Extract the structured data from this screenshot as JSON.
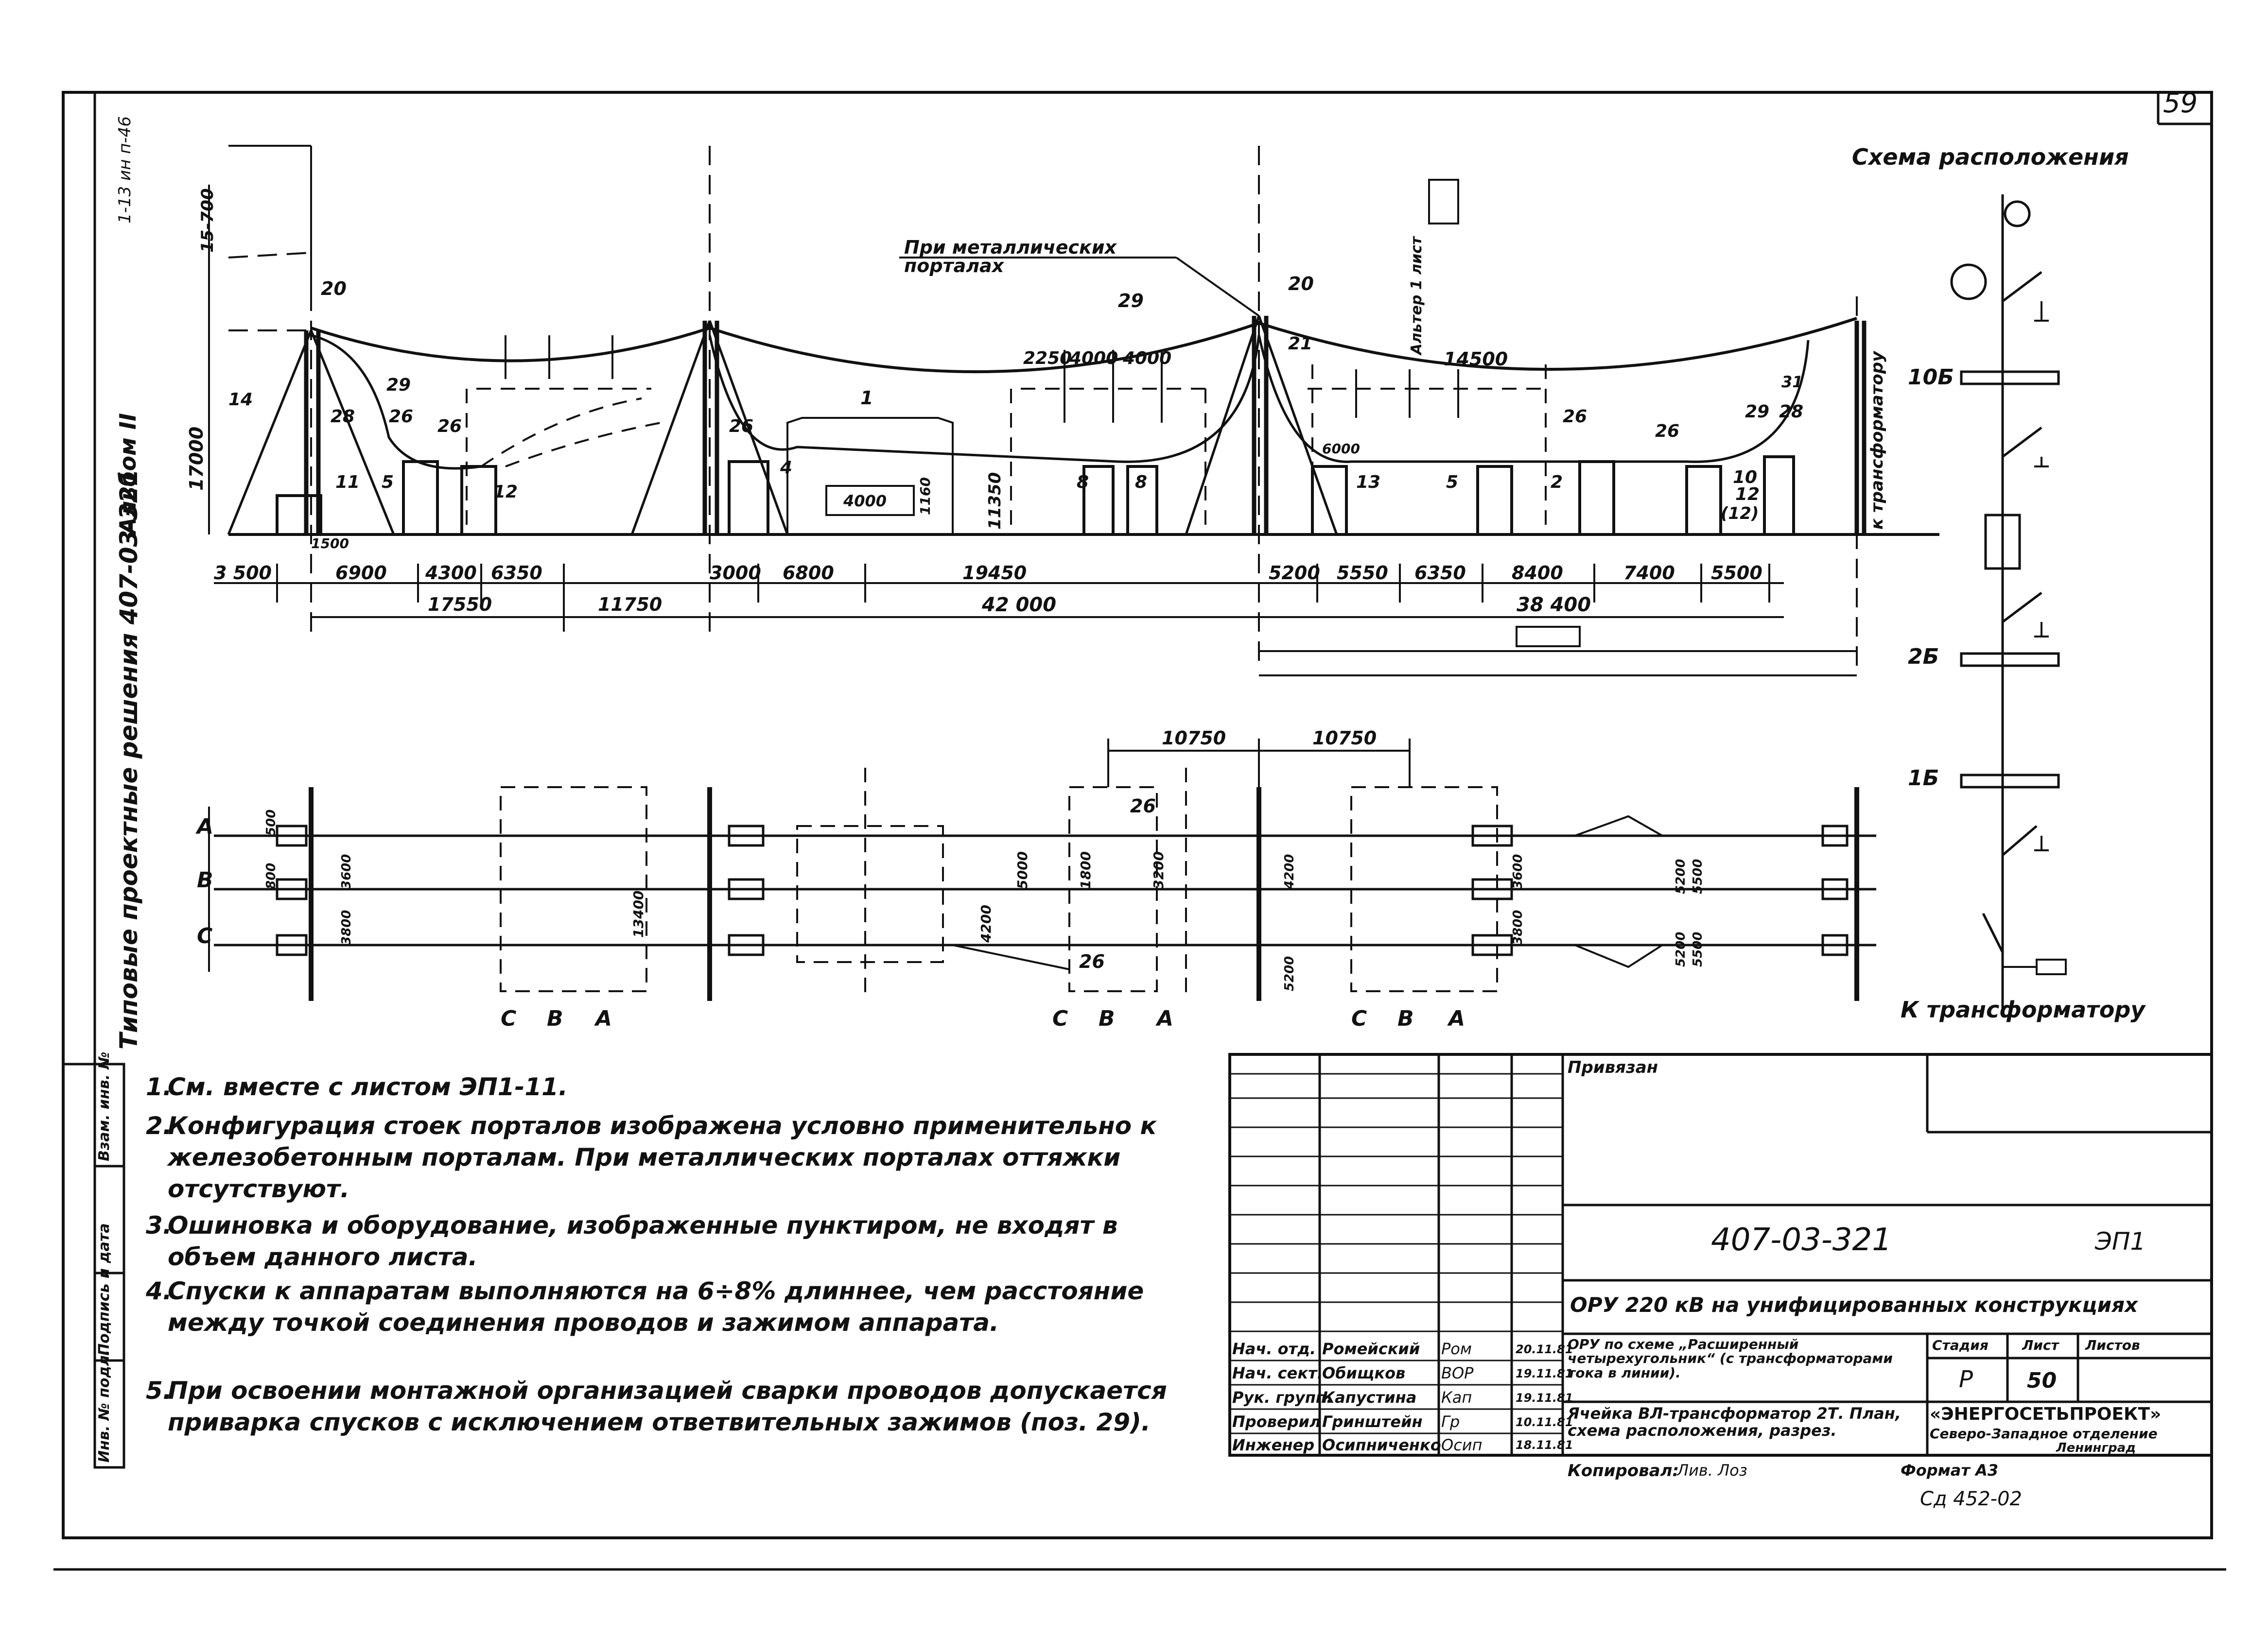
{
  "sheet": {
    "page_number": "59",
    "series_label": "Типовые проектные решения 407-03-321",
    "album_label": "Альбом II",
    "corner_scribble": "1-13 ин п-46"
  },
  "scheme": {
    "title": "Схема расположения",
    "labels": [
      "10Б",
      "2Б",
      "1Б"
    ],
    "bottom_label": "К трансформатору"
  },
  "elevation": {
    "height_labels": [
      "17000",
      "11350",
      "15-700"
    ],
    "annotation_metal": "При металлических порталах",
    "side_label": "к трансформатору",
    "upper_stamp": "Альтер 1 лист",
    "position_marks": [
      "20",
      "20",
      "21",
      "29",
      "29",
      "14",
      "28",
      "11",
      "5",
      "26",
      "26",
      "12",
      "1",
      "26",
      "4",
      "8",
      "8",
      "13",
      "5",
      "2",
      "26",
      "26",
      "10",
      "(12)",
      "12",
      "29",
      "28",
      "31",
      "4000",
      "1160",
      "6000"
    ],
    "top_dims": [
      "2250",
      "4000",
      "4000",
      "14500"
    ],
    "dims_row1": [
      "3 500",
      "6900",
      "4300",
      "6350",
      "3000",
      "6800",
      "19450",
      "5200",
      "5550",
      "6350",
      "8400",
      "7400",
      "5500"
    ],
    "dims_row2": [
      "17550",
      "11750",
      "42 000",
      "38 400"
    ],
    "bottom_mark": "1500"
  },
  "plan": {
    "top_dims": [
      "10750",
      "10750"
    ],
    "phase_labels": [
      "A",
      "B",
      "C"
    ],
    "bottom_groups": [
      [
        "C",
        "B",
        "A"
      ],
      [
        "C",
        "B",
        "A"
      ],
      [
        "C",
        "B",
        "A"
      ]
    ],
    "marks": [
      "26",
      "26"
    ],
    "dim_texts": [
      "500",
      "800",
      "3600",
      "3800",
      "13400",
      "4200",
      "5000",
      "1800",
      "3200",
      "4200",
      "5200",
      "3600",
      "3800",
      "5200",
      "5500",
      "5200",
      "5500"
    ]
  },
  "notes": [
    {
      "num": "1.",
      "text": "См. вместе с листом ЭП1-11."
    },
    {
      "num": "2.",
      "text": "Конфигурация стоек порталов изображена условно применительно к железобетонным порталам. При металлических порталах оттяжки отсутствуют."
    },
    {
      "num": "3.",
      "text": "Ошиновка и оборудование, изображенные пунктиром, не входят в объем данного листа."
    },
    {
      "num": "4.",
      "text": "Спуски к аппаратам выполняются на 6÷8% длиннее, чем расстояние между точкой соединения проводов и зажимом аппарата."
    },
    {
      "num": "5.",
      "text": "При освоении монтажной организацией сварки проводов допускается приварка спусков с исключением ответвительных зажимов (поз. 29)."
    }
  ],
  "left_strip": [
    "Инв. № подл.",
    "Подпись и дата",
    "Взам. инв. №"
  ],
  "title_block": {
    "privyazan": "Привязан",
    "doc_number": "407-03-321",
    "sheet_code": "ЭП1",
    "project_title": "ОРУ 220 кВ на унифицированных конструкциях",
    "scheme_desc": "ОРУ по схеме „Расширенный четырехугольник“ (с трансформаторами тока в линии).",
    "cell_desc": "Ячейка ВЛ-трансформатор 2Т. План, схема расположения, разрез.",
    "stage_header": "Стадия",
    "sheet_header": "Лист",
    "sheets_header": "Листов",
    "stage_value": "Р",
    "sheet_value": "50",
    "organization": "«ЭНЕРГОСЕТЬПРОЕКТ»",
    "branch": "Северо-Западное отделение",
    "city": "Ленинград",
    "copied": "Копировал:",
    "copier_sign": "Лив. Лоз",
    "format": "Формат А3",
    "inventory": "Сд 452-02",
    "signatures": [
      {
        "role": "Нач. отд.",
        "name": "Ромейский",
        "sign": "Ром",
        "date": "20.11.81"
      },
      {
        "role": "Нач. сект.",
        "name": "Обищков",
        "sign": "ВОР",
        "date": "19.11.81"
      },
      {
        "role": "Рук. групп.",
        "name": "Капустина",
        "sign": "Кап",
        "date": "19.11.81"
      },
      {
        "role": "Проверил",
        "name": "Гринштейн",
        "sign": "Гр",
        "date": "10.11.81"
      },
      {
        "role": "Инженер",
        "name": "Осипниченко",
        "sign": "Осип",
        "date": "18.11.81"
      }
    ]
  }
}
